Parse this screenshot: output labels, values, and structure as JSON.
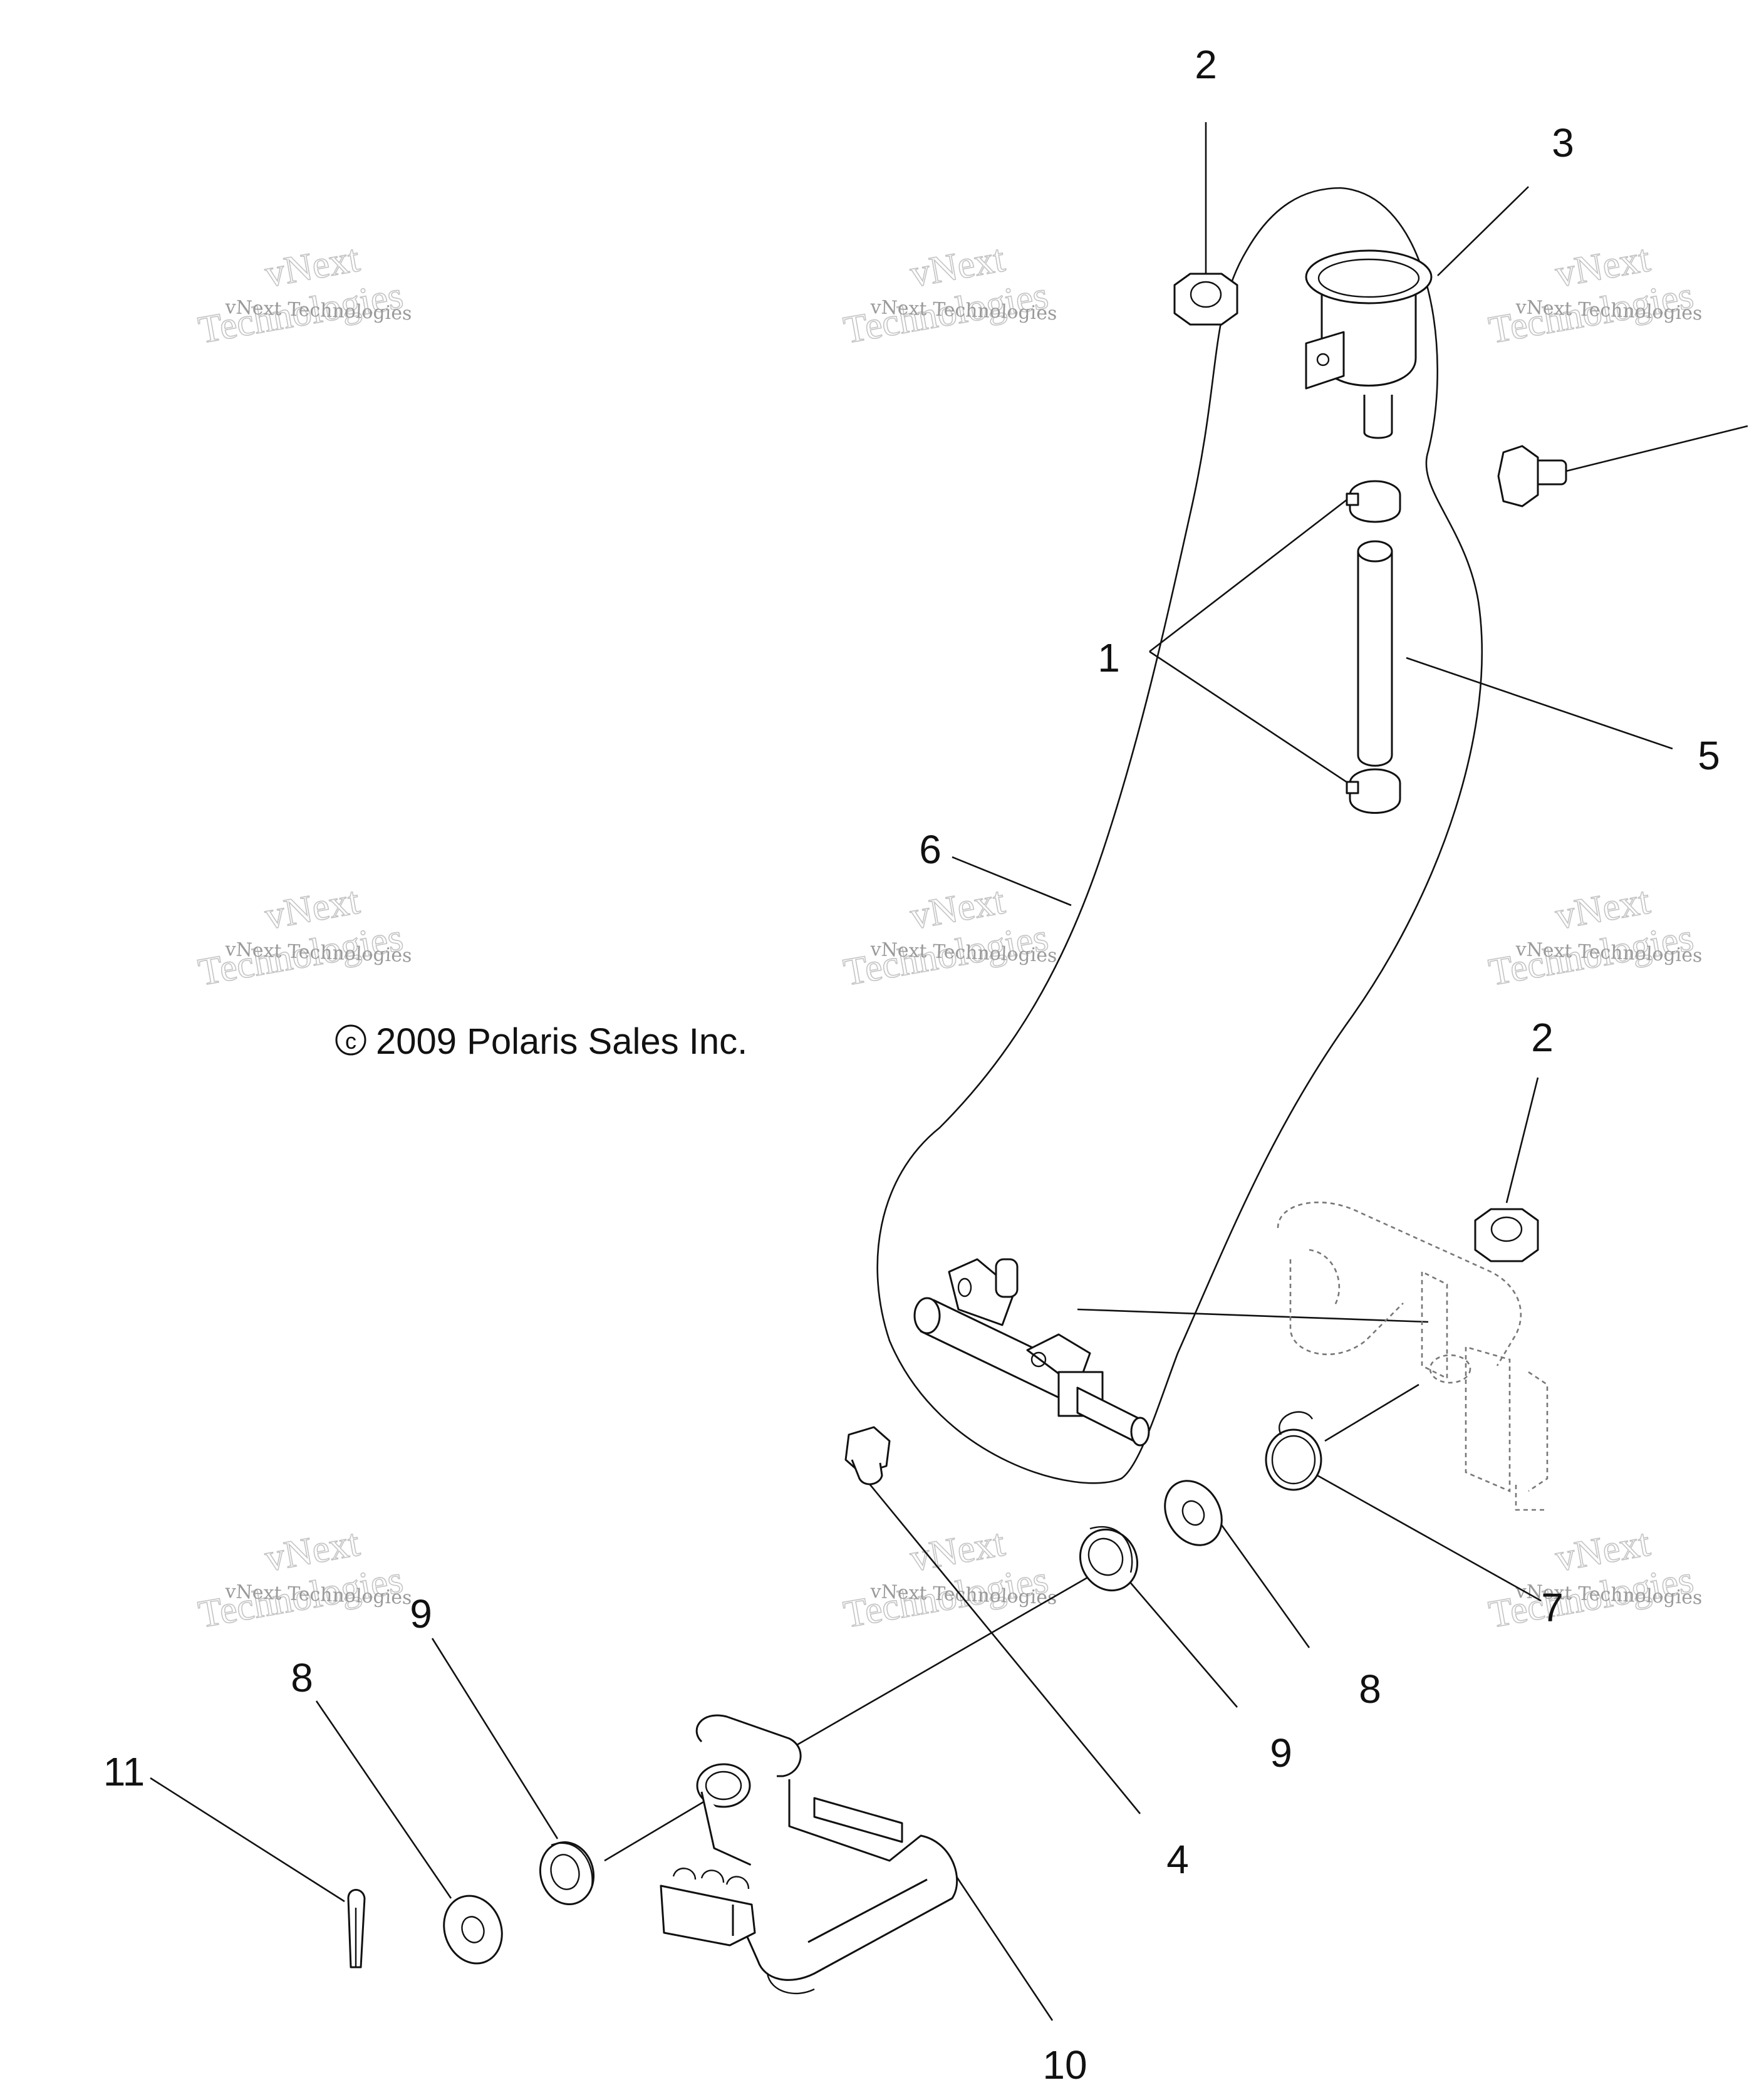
{
  "copyright": "2009 Polaris Sales Inc.",
  "copyright_symbol": "c",
  "watermark": {
    "line_small": "vNext Technologies",
    "line_big_1": "vNext",
    "line_big_2": "Technologies"
  },
  "callouts": {
    "n1": "1",
    "n2a": "2",
    "n2b": "2",
    "n3": "3",
    "n4": "4",
    "n5": "5",
    "n6": "6",
    "n7": "7",
    "n8a": "8",
    "n8b": "8",
    "n9a": "9",
    "n9b": "9",
    "n10": "10",
    "n11": "11"
  }
}
